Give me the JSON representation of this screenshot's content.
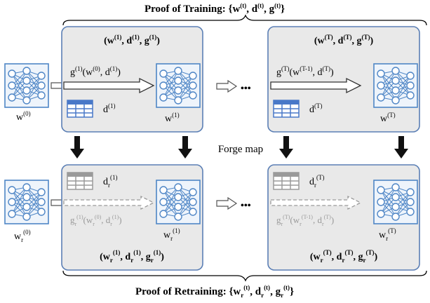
{
  "top_title": {
    "prefix": "Proof of Training: ",
    "brace_open": "{",
    "sep": ", ",
    "brace_close": "}",
    "w": "w",
    "d": "d",
    "g": "g",
    "sup": "(t)"
  },
  "bottom_title": {
    "prefix": "Proof of Retraining: ",
    "brace_open": "{",
    "sep": ", ",
    "brace_close": "}",
    "w": "w",
    "d": "d",
    "g": "g",
    "sub": "r",
    "sup": "(t)"
  },
  "forge_map_label": "Forge map",
  "ellipsis": "•••",
  "training": {
    "box1": {
      "tuple": {
        "open": "(",
        "w": "w",
        "d": "d",
        "g": "g",
        "sup": "(1)",
        "sep": ", ",
        "close": ")"
      },
      "func": {
        "g": "g",
        "g_sup": "(1)",
        "open": "(",
        "w": "w",
        "w_sup": "(0)",
        "sep": ", ",
        "d": "d",
        "d_sup": "(1)",
        "close": ")"
      },
      "data": {
        "base": "d",
        "sup": "(1)"
      },
      "model": {
        "base": "w",
        "sup": "(1)"
      }
    },
    "boxT": {
      "tuple": {
        "open": "(",
        "w": "w",
        "d": "d",
        "g": "g",
        "sup": "(T)",
        "sep": ", ",
        "close": ")"
      },
      "func": {
        "g": "g",
        "g_sup": "(T)",
        "open": "(",
        "w": "w",
        "w_sup": "(T-1)",
        "sep": ", ",
        "d": "d",
        "d_sup": "(T)",
        "close": ")"
      },
      "data": {
        "base": "d",
        "sup": "(T)"
      },
      "model": {
        "base": "w",
        "sup": "(T)"
      }
    },
    "initial_model": {
      "base": "w",
      "sup": "(0)"
    }
  },
  "retraining": {
    "box1": {
      "tuple": {
        "open": "(",
        "w": "w",
        "d": "d",
        "g": "g",
        "sub": "r",
        "sup": "(1)",
        "sep": ", ",
        "close": ")"
      },
      "func": {
        "g": "g",
        "sub": "r",
        "g_sup": "(1)",
        "open": "(",
        "w": "w",
        "w_sup": "(0)",
        "sep": ", ",
        "d": "d",
        "d_sup": "(1)",
        "close": ")"
      },
      "data": {
        "base": "d",
        "sub": "r",
        "sup": "(1)"
      },
      "model": {
        "base": "w",
        "sub": "r",
        "sup": "(1)"
      }
    },
    "boxT": {
      "tuple": {
        "open": "(",
        "w": "w",
        "d": "d",
        "g": "g",
        "sub": "r",
        "sup": "(T)",
        "sep": ", ",
        "close": ")"
      },
      "func": {
        "g": "g",
        "sub": "r",
        "g_sup": "(T)",
        "open": "(",
        "w": "w",
        "w_sup": "(T-1)",
        "sep": ", ",
        "d": "d",
        "d_sup": "(T)",
        "close": ")"
      },
      "data": {
        "base": "d",
        "sub": "r",
        "sup": "(T)"
      },
      "model": {
        "base": "w",
        "sub": "r",
        "sup": "(T)"
      }
    },
    "initial_model": {
      "base": "w",
      "sub": "r",
      "sup": "(0)"
    }
  },
  "colors": {
    "box_fill": "#e9e9e9",
    "box_stroke": "#5b7fb5",
    "network_blue": "#4f86c6",
    "network_fill": "#eef4fb",
    "grid_blue": "#4878c8",
    "grid_gray": "#9a9a9a",
    "faded_text": "#9a9a9a",
    "dark_arrow": "#111111"
  },
  "icons": {
    "network": "neural-network-icon",
    "data_grid": "data-table-icon",
    "down_arrow": "down-arrow-icon",
    "right_arrow": "right-arrow-icon",
    "dashed_arrow": "dashed-arrow-icon"
  }
}
